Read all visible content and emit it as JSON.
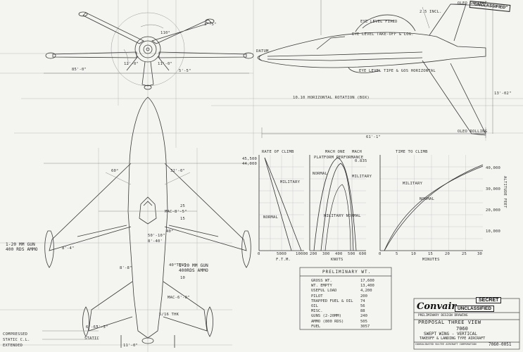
{
  "stamps": {
    "unclassified_top": "\"UNCLASSIFIED\"",
    "secret": "SECRET",
    "unclassified_tb": "UNCLASSIFIED"
  },
  "side_view": {
    "datum": "DATUM",
    "wing_incl": "2.5 INCL.",
    "oleo_top": "OLEO SOFTENE",
    "eye_level_fixed": "EYE LEVEL FIXED",
    "eye_level_takeoff": "EYE LEVEL TAKE-OFF & LOG.",
    "eye_level_tipe": "EYE LEVEL TIPE & GOS HORIZONTAL",
    "oleo_bottom": "OLEO ROLLING",
    "ground_line": "10.10 HORIZONTAL ROTATION (BOX)",
    "overall_length": "61'-1\"",
    "height": "13'-02\""
  },
  "plan_view": {
    "span": "32'-0\"",
    "sweep_a": "60°",
    "sweep_b": "40°",
    "mac": "MAC-8'-5\"",
    "chord_root": "50'-10\"",
    "chord_a": "8'-40'",
    "chord_b": "8'-4\"",
    "fin": "40°TENS",
    "stab": "5/16 THK",
    "mac_small": "MAC-6'-0\"",
    "gun_lbl_a": "1-20 MM GUN",
    "gun_lbl_b": "400 RDS AMMO",
    "gun_lbl_c": "1-20 MM GUN",
    "gun_lbl_d": "400RDS AMMO",
    "dim_8": "8'-8\"",
    "dim_6": "6'-6\"",
    "dim_25": "25",
    "dim_15": "15",
    "dim_10": "10",
    "compressed": "COMPRESSED",
    "static_cg": "STATIC C.L.",
    "extended": "EXTENDED",
    "static": "STATIC",
    "dim_3": "3'-3\"",
    "dim_11": "11'-0\""
  },
  "front_view": {
    "span": "85'-0\"",
    "angle": "110°",
    "dim_a": "3'-5\"",
    "dim_b": "12'-0\"",
    "dim_c": "11'-0\"",
    "dim_d": "5'-5\""
  },
  "chart_ceiling": {
    "title": "RATE OF CLIMB",
    "y_ticks": [
      "45,500",
      "44,000"
    ],
    "x_ticks": [
      "0",
      "5000",
      "10000"
    ],
    "xlabel": "F.T.M.",
    "label_military": "MILITARY",
    "label_normal": "NORMAL"
  },
  "chart_speed": {
    "title_a": "MACH ONE",
    "title_b": "MACH",
    "label_a": "PLATFORM PERFORMANCE",
    "label_b": "0.835",
    "label_c": "NORMAL",
    "label_d": "MILITARY",
    "label_e": "MILITARY NORMAL",
    "x_ticks": [
      "200",
      "300",
      "400",
      "500",
      "600"
    ],
    "xlabel": "KNOTS"
  },
  "chart_time": {
    "title": "TIME TO CLIMB",
    "y_ticks": [
      "40,000",
      "30,000",
      "20,000",
      "10,000"
    ],
    "y_label": "ALTITUDE FEET",
    "x_ticks": [
      "0",
      "5",
      "10",
      "15",
      "20",
      "25",
      "30"
    ],
    "xlabel": "MINUTES",
    "label_military": "MILITARY",
    "label_normal": "NORMAL"
  },
  "weights": {
    "title": "PRELIMINARY WT.",
    "rows": [
      {
        "label": "GROSS WT.",
        "value": "17,600"
      },
      {
        "label": "WT. EMPTY",
        "value": "13,400"
      },
      {
        "label": "USEFUL LOAD",
        "value": "4,200"
      },
      {
        "label": "PILOT",
        "value": "200"
      },
      {
        "label": "TRAPPED FUEL & OIL",
        "value": "74"
      },
      {
        "label": "OIL",
        "value": "56"
      },
      {
        "label": "MISC.",
        "value": "88"
      },
      {
        "label": "GUNS (2-20MM)",
        "value": "240"
      },
      {
        "label": "AMMO (800 RDS)",
        "value": "505"
      },
      {
        "label": "FUEL",
        "value": "3057"
      }
    ]
  },
  "title_block": {
    "brand": "Convair",
    "line1": "PRELIMINARY DESIGN DRAWING",
    "line2": "PROPOSAL THREE VIEW",
    "line3": "7060",
    "line4": "SWEPT WING - VERTICAL",
    "line5": "TAKEOFF & LANDING TYPE AIRCRAFT",
    "company": "CONSOLIDATED VULTEE AIRCRAFT CORPORATION",
    "drawing_no": "7060-0051"
  },
  "colors": {
    "paper": "#f4f4f1",
    "ink": "#3a3a3a",
    "faint": "#b8b8b8"
  }
}
